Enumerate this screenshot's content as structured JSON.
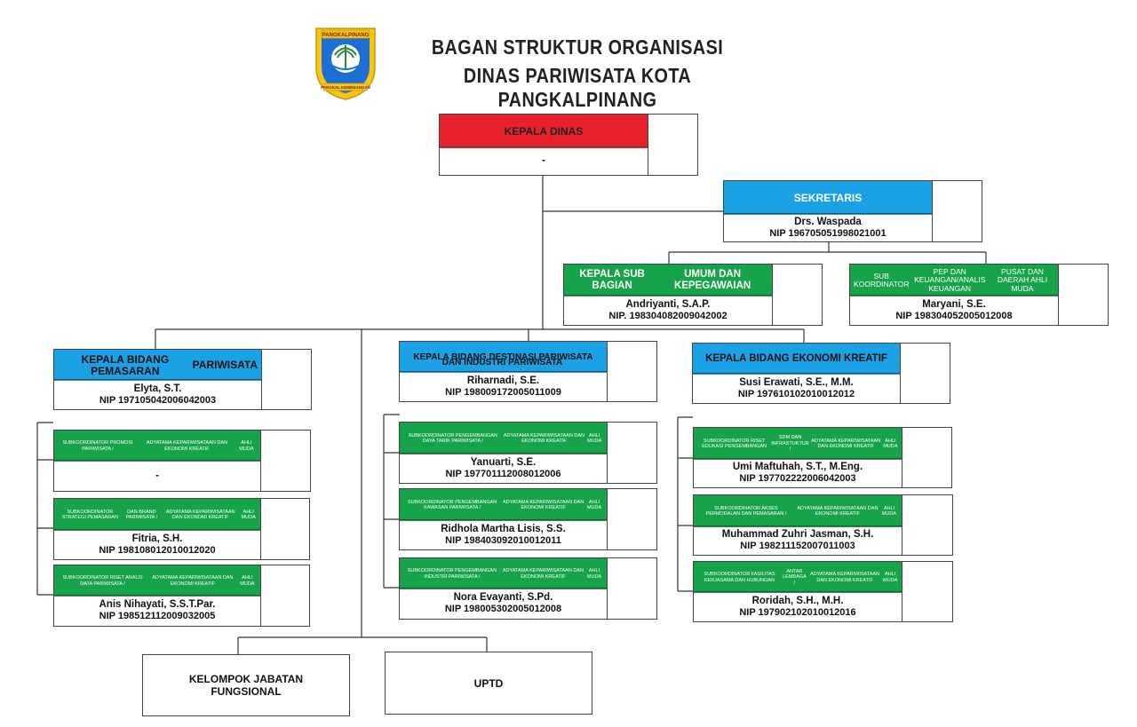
{
  "header": {
    "title_line1": "BAGAN STRUKTUR ORGANISASI",
    "title_line2": "DINAS PARIWISATA KOTA PANGKALPINANG",
    "logo_text_top": "PANGKALPINANG",
    "logo_text_bottom": "PANGKAL KEMENANGAN"
  },
  "kepala_dinas": {
    "title": "KEPALA DINAS",
    "name": "-"
  },
  "sekretaris": {
    "title": "SEKRETARIS",
    "name": "Drs. Waspada",
    "nip": "NIP 196705051998021001"
  },
  "subbag_umum": {
    "title_lines": [
      "KEPALA SUB BAGIAN",
      "UMUM DAN KEPEGAWAIAN"
    ],
    "name": "Andriyanti, S.A.P.",
    "nip": "NIP. 198304082009042002"
  },
  "subkoor_pep": {
    "title_lines": [
      "SUB KOORDINATOR",
      "PEP DAN KEUANGAN/ANALIS KEUANGAN",
      "PUSAT DAN DAERAH AHLI MUDA"
    ],
    "name": "Maryani, S.E.",
    "nip": "NIP 198304052005012008"
  },
  "bidang_pemasaran": {
    "title_lines": [
      "KEPALA BIDANG PEMASARAN",
      "PARIWISATA"
    ],
    "name": "Elyta, S.T.",
    "nip": "NIP 197105042006042003"
  },
  "bidang_destinasi": {
    "title_lines": [
      "KEPALA BIDANG DESTINASI PARIWISATA",
      "DAN INDUSTRI PARIWISATA"
    ],
    "name": "Riharnadi, S.E.",
    "nip": "NIP 198009172005011009"
  },
  "bidang_ekraf": {
    "title_lines": [
      "KEPALA BIDANG EKONOMI KREATIF"
    ],
    "name": "Susi Erawati, S.E., M.M.",
    "nip": "NIP 197610102010012012"
  },
  "sub_promosi": {
    "title_lines": [
      "SUBKOORDINATOR PROMOSI PARIWISATA /",
      "ADYATAMA KEPARIWISATAAN DAN EKONOMI KREATIF",
      "AHLI MUDA"
    ],
    "name": "-"
  },
  "sub_strategi": {
    "title_lines": [
      "SUBKOORDINATOR STRATEGI PEMASARAN",
      "DAN BRAND PARIWISATA /",
      "ADYATAMA KEPARIWISATAAN DAN EKONOMI KREATIF",
      "AHLI MUDA"
    ],
    "name": "Fitria, S.H.",
    "nip": "NIP 198108012010012020"
  },
  "sub_riset_data": {
    "title_lines": [
      "SUBKOORDINATOR RISET ANALIS DATA PARIWISATA /",
      "ADYATAMA KEPARIWISATAAN DAN EKONOMI KREATIF",
      "AHLI MUDA"
    ],
    "name": "Anis Nihayati, S.S.T.Par.",
    "nip": "NIP 198512112009032005"
  },
  "sub_daya_tarik": {
    "title_lines": [
      "SUBKOORDINATOR PENGEMBANGAN DAYA TARIK PARIWISATA /",
      "ADYATAMA KEPARIWISATAAN DAN EKONOMI KREATIF",
      "AHLI MUDA"
    ],
    "name": "Yanuarti, S.E.",
    "nip": "NIP 197701112008012006"
  },
  "sub_kawasan": {
    "title_lines": [
      "SUBKOORDINATOR PENGEMBANGAN KAWASAN PARIWISATA /",
      "ADYATAMA KEPARIWISATAAN DAN EKONOMI KREATIF",
      "AHLI MUDA"
    ],
    "name": "Ridhola Martha Lisis, S.S.",
    "nip": "NIP 198403092010012011"
  },
  "sub_industri": {
    "title_lines": [
      "SUBKOORDINATOR PENGEMBANGAN INDUSTRI PARIWISATA /",
      "ADYATAMA KEPARIWISATAAN DAN EKONOMI KREATIF",
      "AHLI MUDA"
    ],
    "name": "Nora Evayanti, S.Pd.",
    "nip": "NIP 198005302005012008"
  },
  "sub_edukasi": {
    "title_lines": [
      "SUBKOORDINATOR RISET EDUKASI PENGEMBANGAN",
      "SDM DAN INFRASTUKTUR /",
      "ADYATAMA KEPARIWISATAAN DAN EKONOMI KREATIF",
      "AHLI MUDA"
    ],
    "name": "Umi Maftuhah, S.T., M.Eng.",
    "nip": "NIP 197702222006042003"
  },
  "sub_akses": {
    "title_lines": [
      "SUBKOORDINATOR AKSES PERMODALAN DAN PEMASARAN /",
      "ADYATAMA KEPARIWISATAAN DAN EKONOMI KREATIF",
      "AHLI MUDA"
    ],
    "name": "Muhammad Zuhri Jasman, S.H.",
    "nip": "NIP 198211152007011003"
  },
  "sub_fasilitas": {
    "title_lines": [
      "SUBKOORDINATOR FASILITAS KERJASAMA DAN HUBUNGAN",
      "ANTAR LEMBAGA /",
      "ADYATAMA KEPARIWISATAAN DAN EKONOMI KREATIF",
      "AHLI MUDA"
    ],
    "name": "Roridah, S.H., M.H.",
    "nip": "NIP 197902102010012016"
  },
  "kelompok_jabatan": {
    "lines": [
      "KELOMPOK JABATAN",
      "FUNGSIONAL"
    ]
  },
  "uptd": {
    "label": "UPTD"
  },
  "colors": {
    "red": "#e8212b",
    "blue": "#1ba2e6",
    "green": "#16a34a"
  }
}
